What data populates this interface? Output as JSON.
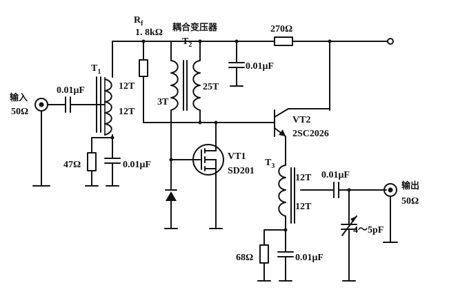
{
  "labels": {
    "input": "输入",
    "input_z": "50Ω",
    "output": "输出",
    "output_z": "50Ω",
    "rf": "R",
    "rf_sub": "f",
    "rf_value": "1. 8kΩ",
    "coupling": "耦合变压器",
    "t1": "T",
    "t1_sub": "1",
    "t2": "T",
    "t2_sub": "2",
    "t3": "T",
    "t3_sub": "3",
    "c_in": "0.01μF",
    "t1_top": "12T",
    "t1_bot": "12T",
    "r47": "47Ω",
    "c_t1": "0.01μF",
    "t2_pri": "3T",
    "t2_sec": "25T",
    "c_t2": "0.01μF",
    "r270": "270Ω",
    "vt2": "VT2",
    "vt2_part": "2SC2026",
    "vt1": "VT1",
    "vt1_part": "SD201",
    "t3_top": "12T",
    "t3_bot": "12T",
    "c_out": "0.01μF",
    "r68": "68Ω",
    "c_t3": "0.01μF",
    "c_var": "4～5pF"
  }
}
